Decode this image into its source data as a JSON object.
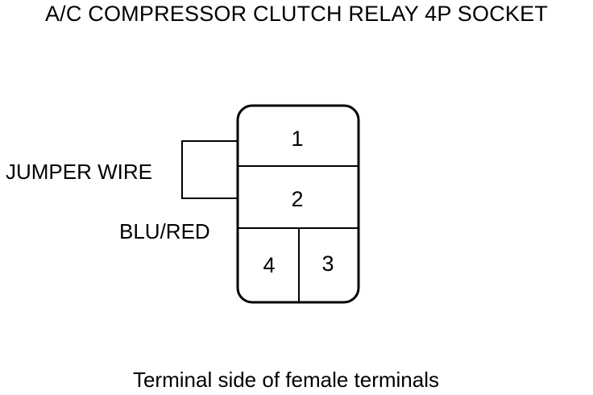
{
  "title": "A/C COMPRESSOR CLUTCH RELAY 4P SOCKET",
  "labels": {
    "jumper_wire": "JUMPER WIRE",
    "wire_color": "BLU/RED"
  },
  "terminals": {
    "t1": "1",
    "t2": "2",
    "t3": "3",
    "t4": "4"
  },
  "caption": "Terminal side of female terminals",
  "colors": {
    "line": "#000000",
    "background": "#ffffff"
  }
}
